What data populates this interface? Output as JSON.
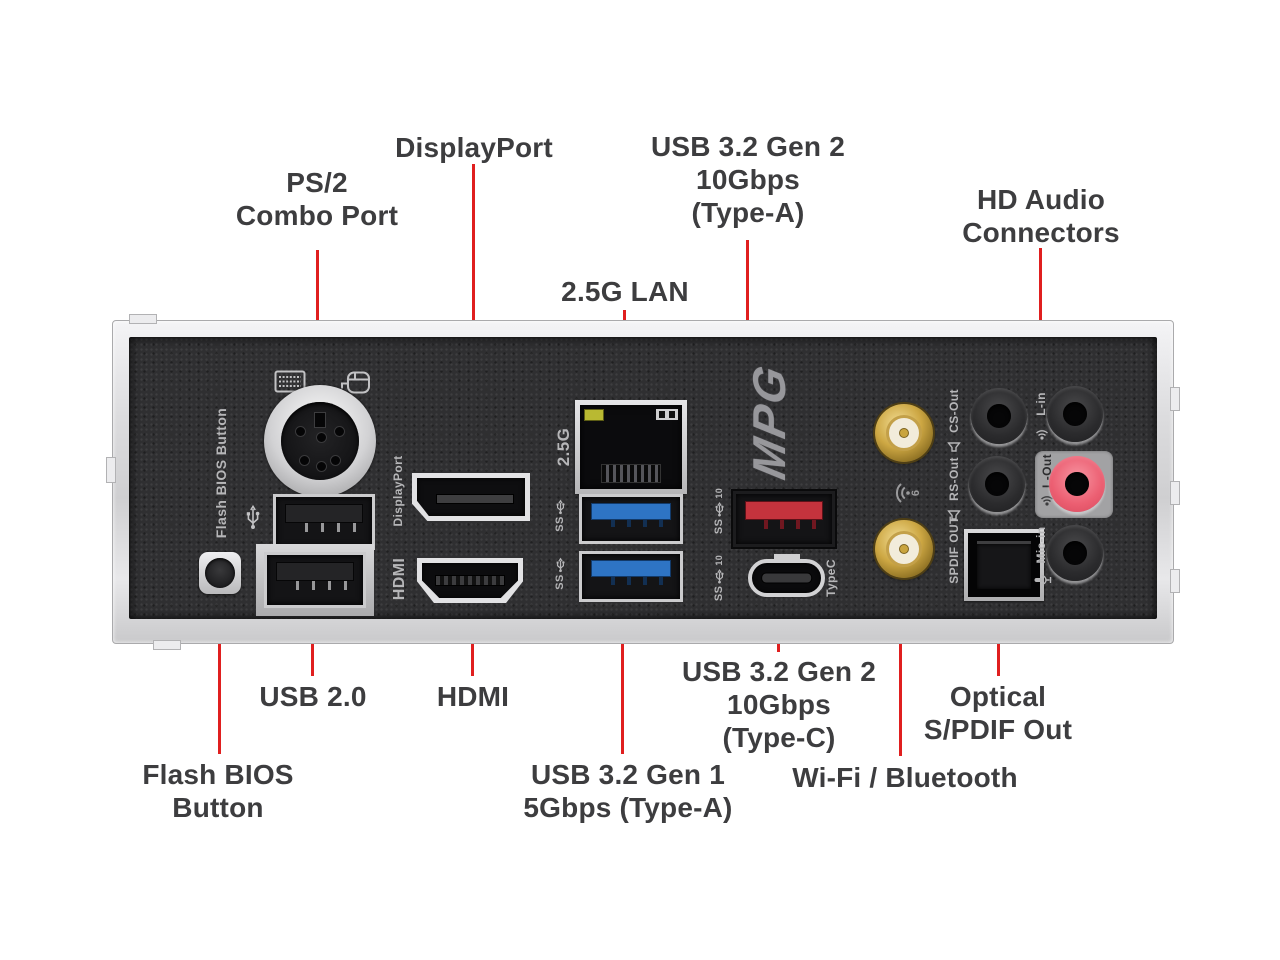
{
  "callouts": {
    "ps2": {
      "line1": "PS/2",
      "line2": "Combo Port"
    },
    "displayport": {
      "line1": "DisplayPort"
    },
    "lan": {
      "line1": "2.5G LAN"
    },
    "usb32_typea": {
      "line1": "USB 3.2 Gen 2",
      "line2": "10Gbps",
      "line3": "(Type-A)"
    },
    "hd_audio": {
      "line1": "HD Audio",
      "line2": "Connectors"
    },
    "usb20": {
      "line1": "USB 2.0"
    },
    "hdmi": {
      "line1": "HDMI"
    },
    "usb32_typec": {
      "line1": "USB 3.2 Gen 2",
      "line2": "10Gbps",
      "line3": "(Type-C)"
    },
    "optical": {
      "line1": "Optical",
      "line2": "S/PDIF Out"
    },
    "flash_bios": {
      "line1": "Flash BIOS",
      "line2": "Button"
    },
    "usb31_gen1": {
      "line1": "USB 3.2 Gen 1",
      "line2": "5Gbps (Type-A)"
    },
    "wifi": {
      "line1": "Wi-Fi / Bluetooth"
    }
  },
  "panel": {
    "flash_bios_text": "Flash BIOS Button",
    "displayport_text": "DisplayPort",
    "hdmi_text": "HDMI",
    "lan_speed_text": "2.5G",
    "mpg_logo_text": "MPG",
    "ss_text": "SS",
    "gen2_speed_text": "10",
    "typec_text": "TypeC",
    "spdif_text": "SPDIF OUT",
    "rs_out_text": "RS-Out",
    "cs_out_text": "CS-Out",
    "l_in_text": "L-in",
    "l_out_text": "L-Out",
    "mic_in_text": "Mic-in",
    "wifi6_text": "6"
  },
  "icons": {
    "keyboard": "keyboard-icon",
    "mouse": "mouse-icon",
    "usb_trident": "usb-trident-icon",
    "ss_trident": "superspeed-usb-icon",
    "speaker": "speaker-icon",
    "line_waves": "audio-waves-icon",
    "mic": "microphone-icon",
    "wifi6": "wifi-6-icon"
  },
  "colors": {
    "label_text": "#3d3d3f",
    "leader_red": "#e01f1f",
    "panel_black": "#2f2f31",
    "shield_silver": "#dcdcde",
    "usb3_blue": "#2e74c4",
    "usb_gen2_red": "#c5333d",
    "jack_pink": "#ec5f72",
    "antenna_gold": "#cda743",
    "silkscreen_gray": "#b6b6b8"
  }
}
